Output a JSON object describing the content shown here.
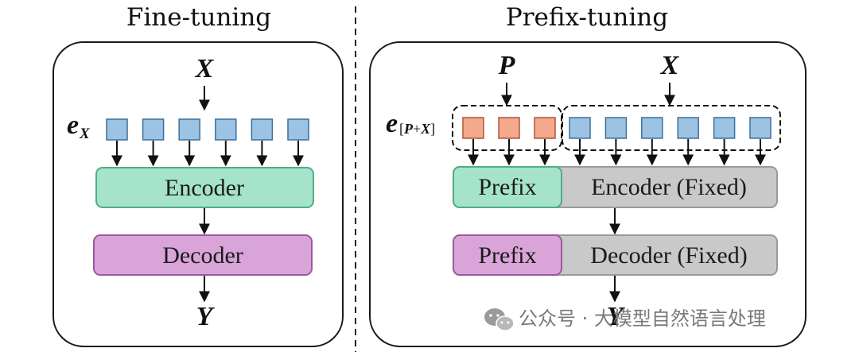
{
  "fine_tuning": {
    "title": "Fine-tuning",
    "input_var": "X",
    "output_var": "Y",
    "embed_label_main": "e",
    "embed_label_sub": "X",
    "encoder_label": "Encoder",
    "decoder_label": "Decoder",
    "token_count": 6
  },
  "prefix_tuning": {
    "title": "Prefix-tuning",
    "prefix_var": "P",
    "input_var": "X",
    "output_var": "Y",
    "embed_label_main": "e",
    "embed_label_sub_open": "[",
    "embed_label_sub_p": "P",
    "embed_label_sub_plus": "+",
    "embed_label_sub_x": "X",
    "embed_label_sub_close": "]",
    "prefix_token_count": 3,
    "input_token_count": 6,
    "encoder_prefix_label": "Prefix",
    "encoder_label": "Encoder (Fixed)",
    "decoder_prefix_label": "Prefix",
    "decoder_label": "Decoder (Fixed)"
  },
  "watermark": {
    "icon": "wechat-icon",
    "text": "公众号 · 大模型自然语言处理"
  },
  "colors": {
    "encoder_fill": "#a6e3cb",
    "encoder_stroke": "#4fae88",
    "decoder_fill": "#d9a5d9",
    "decoder_stroke": "#9b5a9b",
    "fixed_fill": "#c9c9c9",
    "fixed_stroke": "#9a9a9a"
  }
}
